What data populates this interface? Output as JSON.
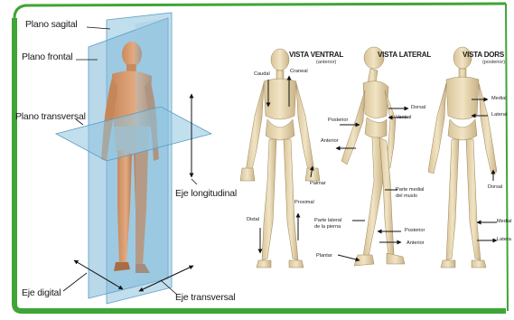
{
  "accent_color": "#3fa535",
  "plane_color": "#7fb8d8",
  "left_panel": {
    "labels": {
      "sagittal": "Plano sagital",
      "frontal": "Plano frontal",
      "transverse_plane": "Plano transversal",
      "longitudinal_axis": "Eje longitudinal",
      "digital_axis": "Eje digital",
      "transverse_axis": "Eje transversal"
    }
  },
  "right_panel": {
    "views": {
      "ventral": {
        "title": "VISTA VENTRAL",
        "subtitle": "(anterior)"
      },
      "lateral": {
        "title": "VISTA LATERAL"
      },
      "dorsal": {
        "title": "VISTA DORS",
        "subtitle": "(posterior)"
      }
    },
    "labels": {
      "caudal": "Caudal",
      "craneal": "Craneal",
      "palmar": "Palmar",
      "proximal": "Proximal",
      "distal": "Distal",
      "posterior_top": "Posterior",
      "anterior_top": "Anterior",
      "dorsal": "Dorsal",
      "ventral": "Ventral",
      "parte_medial": "Parte medial\ndel muslo",
      "parte_lateral": "Parte lateral\nde la pierna",
      "posterior_bottom": "Posterior",
      "anterior_bottom": "Anterior",
      "plantar": "Plantar",
      "medial_top": "Medial",
      "lateral": "Lateral",
      "dorsal_right": "Dorsal",
      "medial_bottom": "Medial",
      "lateral_bottom": "Latera"
    }
  }
}
